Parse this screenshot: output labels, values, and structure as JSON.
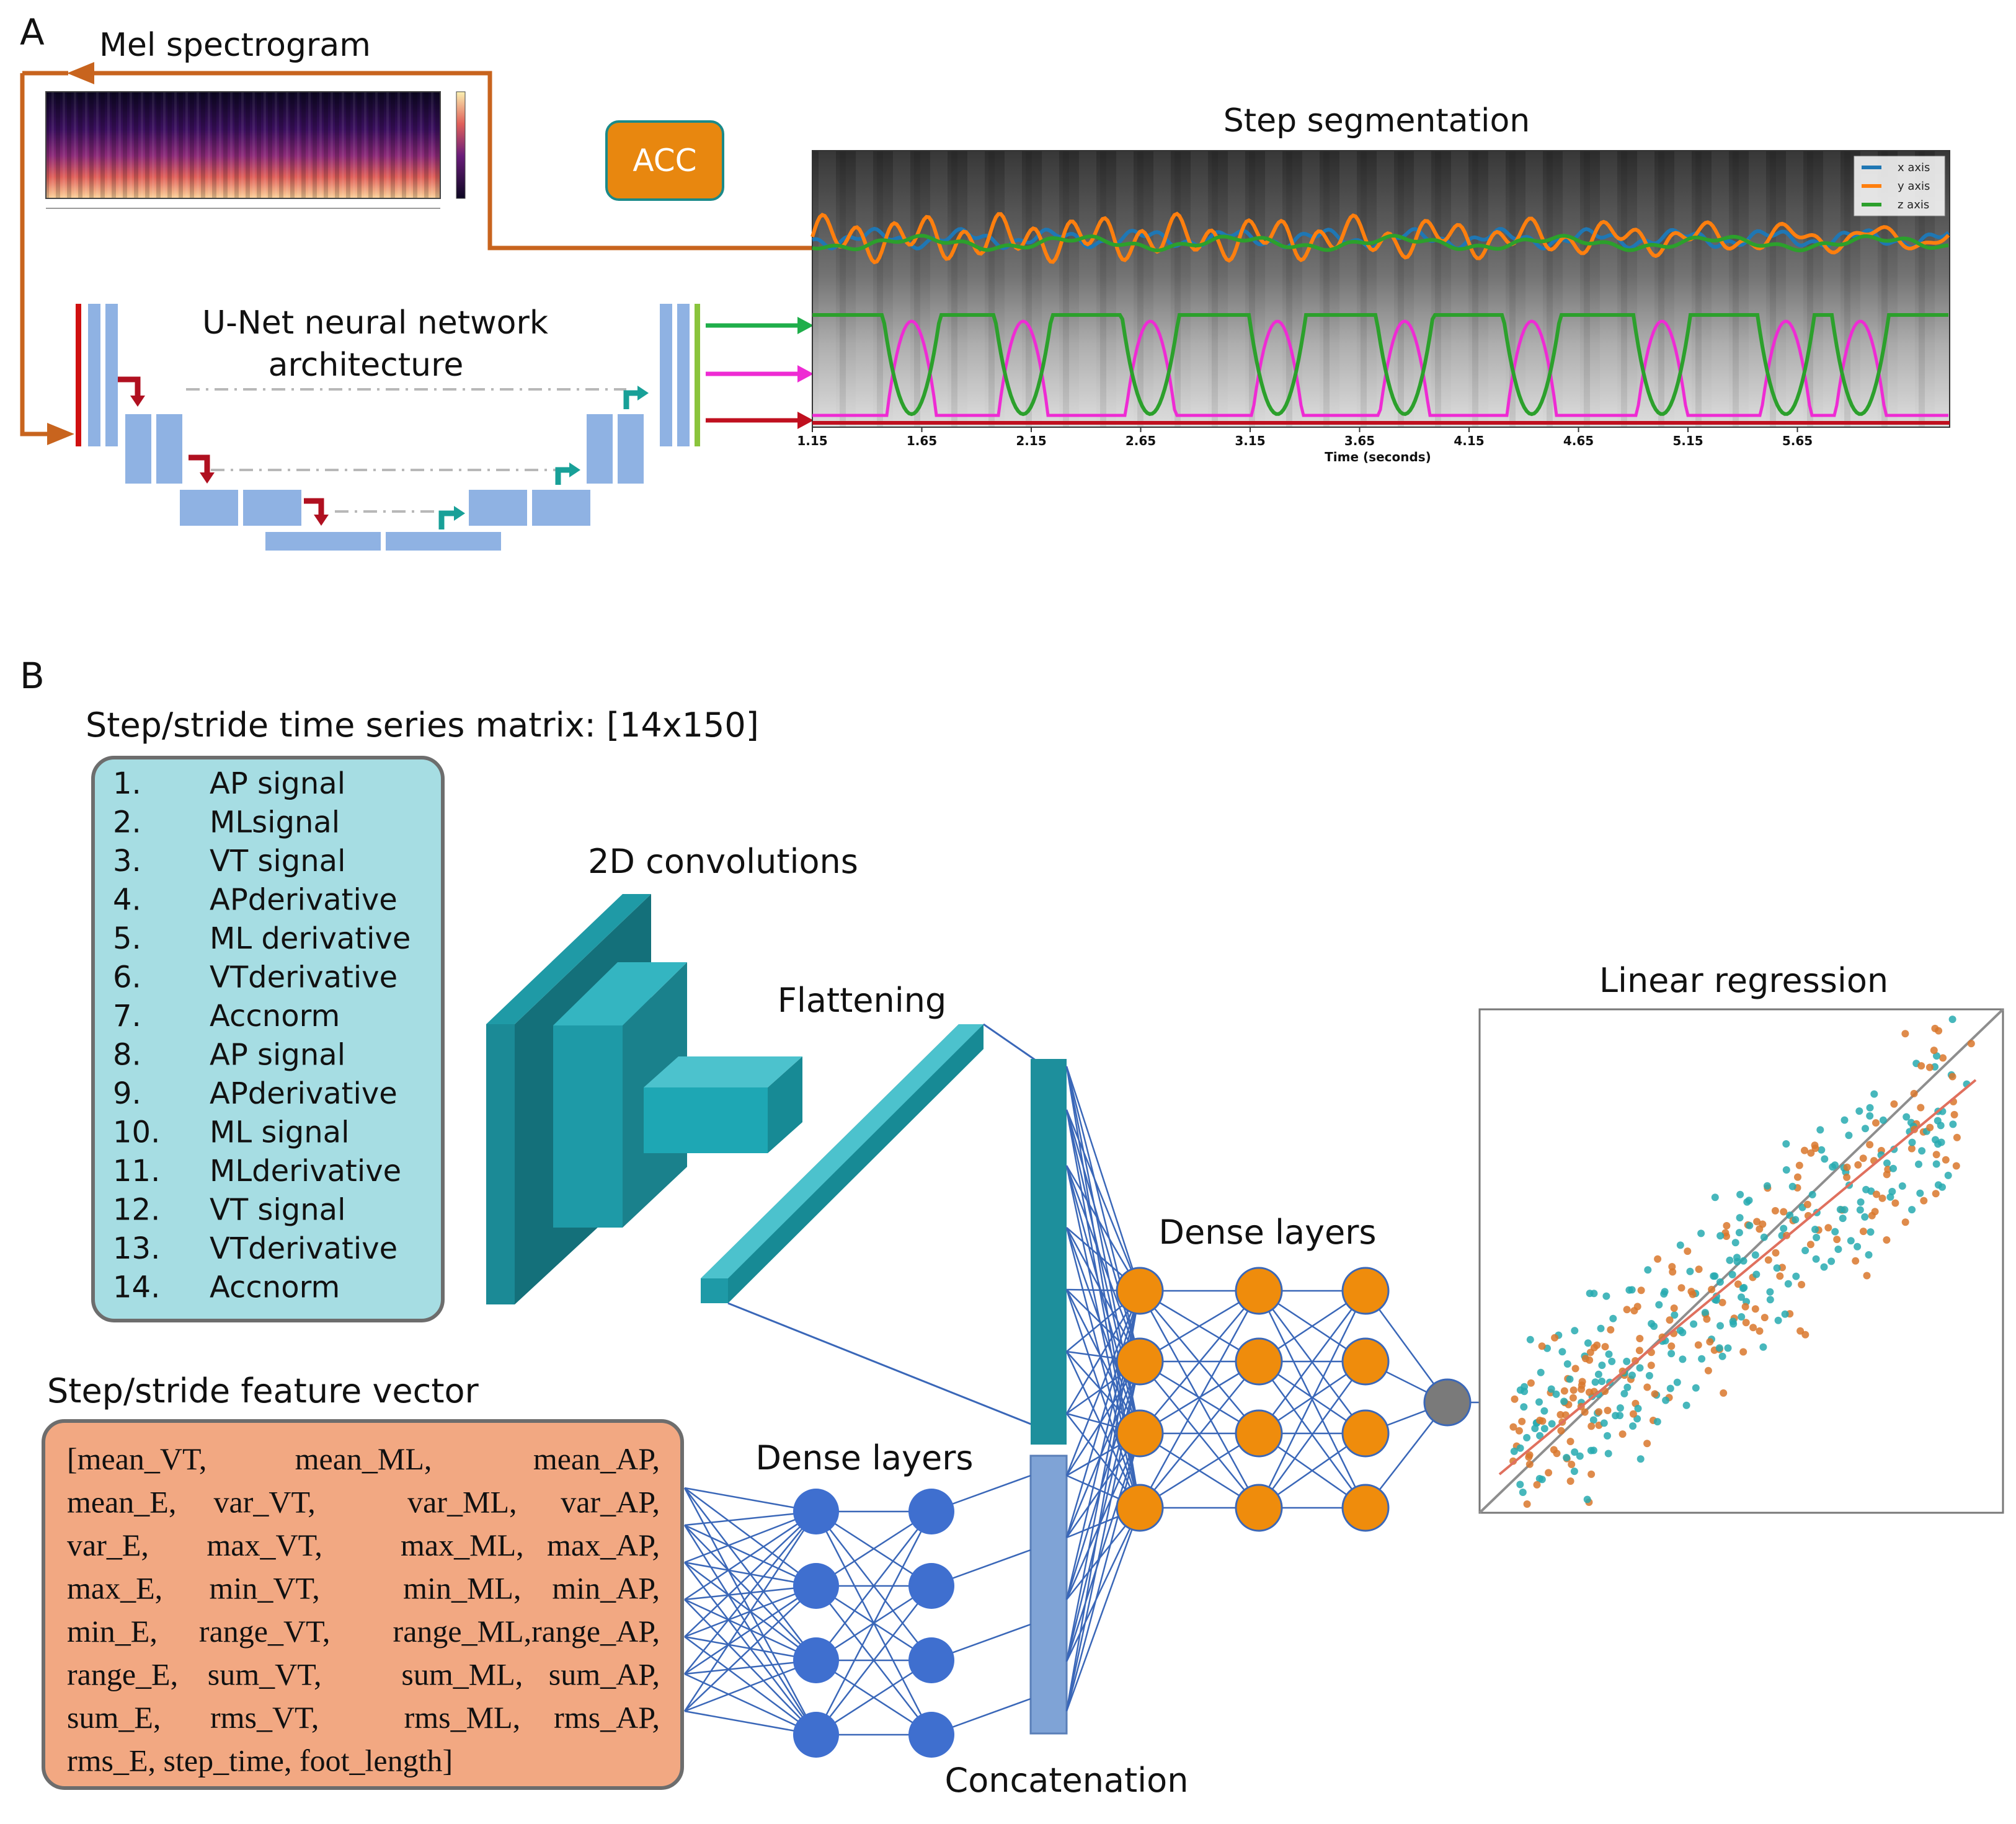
{
  "panel_a": {
    "letter": "A",
    "mel_title": "Mel spectrogram",
    "acc_label": "ACC",
    "unet_title_line1": "U-Net neural network",
    "unet_title_line2": "architecture",
    "seg_title": "Step segmentation",
    "seg_xlabel": "Time (seconds)",
    "seg_ticks": [
      "1.15",
      "1.65",
      "2.15",
      "2.65",
      "3.15",
      "3.65",
      "4.15",
      "4.65",
      "5.15",
      "5.65"
    ],
    "seg_legend": [
      "x axis",
      "y axis",
      "z axis"
    ]
  },
  "panel_b": {
    "letter": "B",
    "matrix_title": "Step/stride time series matrix: [14x150]",
    "matrix_items": [
      {
        "num": "1.",
        "text": "AP signal"
      },
      {
        "num": "2.",
        "text": "MLsignal"
      },
      {
        "num": "3.",
        "text": "VT signal"
      },
      {
        "num": "4.",
        "text": "APderivative"
      },
      {
        "num": "5.",
        "text": "ML derivative"
      },
      {
        "num": "6.",
        "text": "VTderivative"
      },
      {
        "num": "7.",
        "text": "Accnorm"
      },
      {
        "num": "8.",
        "text": "AP signal"
      },
      {
        "num": "9.",
        "text": "APderivative"
      },
      {
        "num": "10.",
        "text": "ML signal"
      },
      {
        "num": "11.",
        "text": "MLderivative"
      },
      {
        "num": "12.",
        "text": "VT signal"
      },
      {
        "num": "13.",
        "text": "VTderivative"
      },
      {
        "num": "14.",
        "text": "Accnorm"
      }
    ],
    "conv_label": "2D convolutions",
    "flatten_label": "Flattening",
    "dense_label_top": "Dense layers",
    "dense_label_bottom": "Dense layers",
    "concat_label": "Concatenation",
    "regression_label": "Linear regression",
    "feature_title": "Step/stride feature vector",
    "feature_lines": [
      [
        "[mean_VT,",
        "mean_ML,",
        "mean_AP,"
      ],
      [
        "mean_E,",
        "var_VT,",
        "var_ML,",
        "var_AP,"
      ],
      [
        "var_E,",
        "max_VT,",
        "max_ML,",
        "max_AP,"
      ],
      [
        "max_E,",
        "min_VT,",
        "min_ML,",
        "min_AP,"
      ],
      [
        "min_E,",
        "range_VT,",
        "range_ML,",
        "range_AP,"
      ],
      [
        "range_E,",
        "sum_VT,",
        "sum_ML,",
        "sum_AP,"
      ],
      [
        "sum_E,",
        "rms_VT,",
        "rms_ML,",
        "rms_AP,"
      ],
      [
        "rms_E, step_time, foot_length]"
      ]
    ]
  },
  "colors": {
    "orange_arrow": "#c8641e",
    "acc_fill": "#e8870f",
    "acc_border": "#1a8a8a",
    "unet_block": "#8fb2e3",
    "teal_box": "#a6dde3",
    "orange_box": "#f2a882",
    "conv_teal": "#1d8f9c",
    "dense_orange": "#ef8c0c",
    "dense_blue": "#3f6fcf",
    "edge_blue": "#3a67b8",
    "output_gray": "#7a7a7a",
    "x_axis": "#1f77b4",
    "y_axis": "#ff7f0e",
    "z_axis": "#2ca02c",
    "magenta": "#ee2bd3",
    "red": "#c0101f"
  }
}
